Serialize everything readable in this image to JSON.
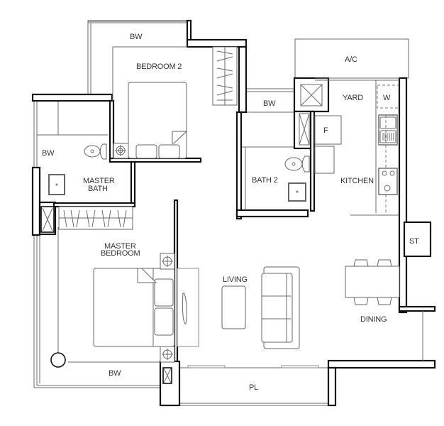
{
  "floorplan": {
    "rooms": {
      "bw_top": "BW",
      "bedroom2": "BEDROOM 2",
      "ac": "A/C",
      "yard": "YARD",
      "w": "W",
      "bw_mid": "BW",
      "f": "F",
      "bw_left": "BW",
      "master_bath_line1": "MASTER",
      "master_bath_line2": "BATH",
      "bath2": "BATH 2",
      "kitchen": "KITCHEN",
      "st": "ST",
      "master_bedroom_line1": "MASTER",
      "master_bedroom_line2": "BEDROOM",
      "living": "LIVING",
      "dining": "DINING",
      "bw_bottom": "BW",
      "pl": "PL"
    },
    "colors": {
      "wall": "#111111",
      "line": "#6a6a6a",
      "background": "#ffffff"
    }
  }
}
